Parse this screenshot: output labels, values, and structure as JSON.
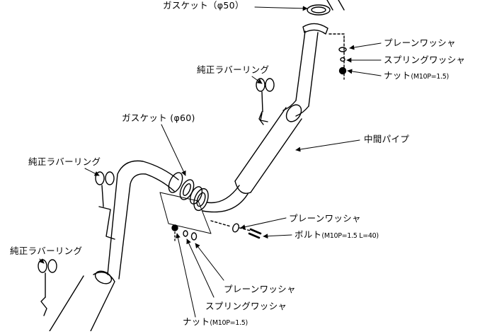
{
  "labels": {
    "gasket_50": "ガスケット（φ50）",
    "plain_washer_top": "プレーンワッシャ",
    "spring_washer_top": "スプリングワッシャ",
    "nut_top": "ナット",
    "nut_top_spec": "(M10P=1.5)",
    "rubber_ring_upper": "純正ラバーリング",
    "gasket_60": "ガスケット (φ60)",
    "middle_pipe": "中間パイプ",
    "rubber_ring_middle": "純正ラバーリング",
    "rubber_ring_lower": "純正ラバーリング",
    "plain_washer_mid": "プレーンワッシャ",
    "bolt": "ボルト",
    "bolt_spec": "(M10P=1.5 L=40)",
    "plain_washer_bottom": "プレーンワッシャ",
    "spring_washer_bottom": "スプリングワッシャ",
    "nut_bottom": "ナット",
    "nut_bottom_spec": "(M10P=1.5)"
  }
}
